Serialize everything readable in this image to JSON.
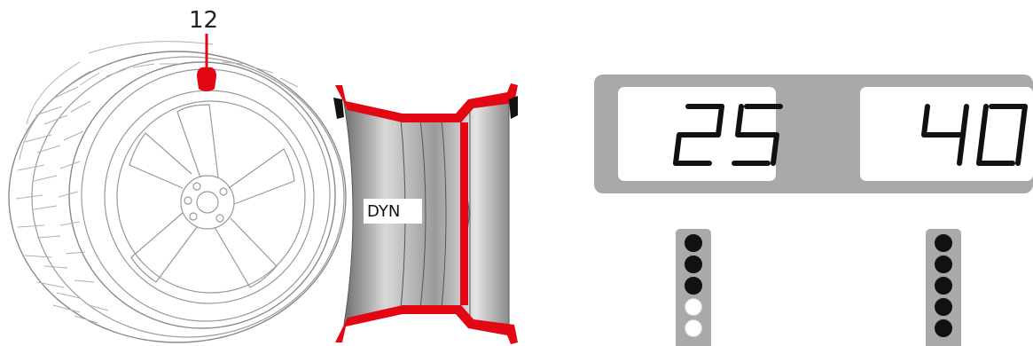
{
  "wheel_figure": {
    "callout_label": "12",
    "callout_color": "#e30613"
  },
  "rim_section": {
    "mode_label": "DYN",
    "rim_color": "#e30613"
  },
  "readouts": {
    "left_value": "25",
    "right_value": "40",
    "panel_color": "#a9a9a9"
  },
  "indicators": {
    "left": {
      "total": 5,
      "filled": 3
    },
    "right": {
      "total": 5,
      "filled": 5
    }
  }
}
